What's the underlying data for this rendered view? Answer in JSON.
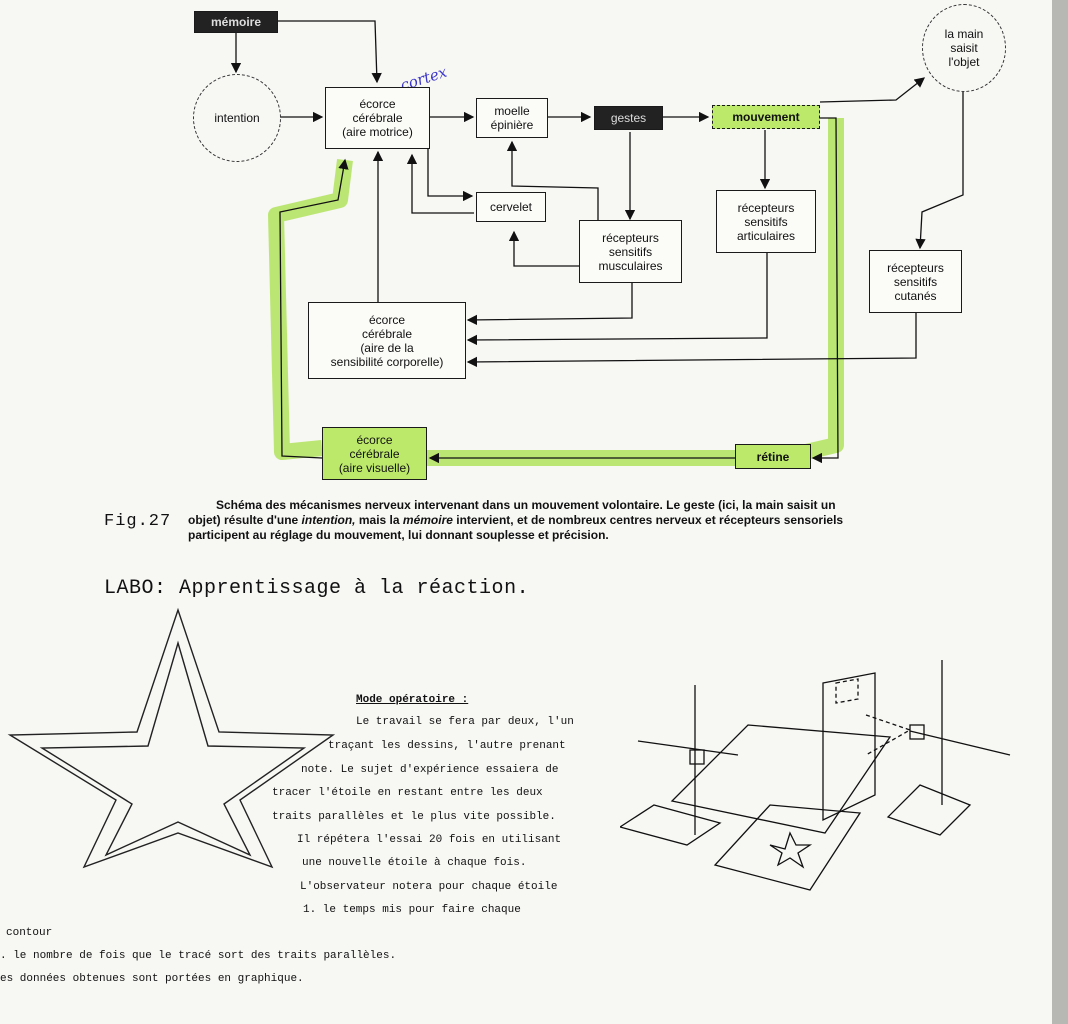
{
  "handwriting": {
    "cortex": "cortex"
  },
  "diagram": {
    "memoire": "mémoire",
    "intention": "intention",
    "ecorce_motrice": [
      "écorce",
      "cérébrale",
      "(aire motrice)"
    ],
    "moelle": [
      "moelle",
      "épinière"
    ],
    "gestes": "gestes",
    "mouvement": "mouvement",
    "la_main": [
      "la main",
      "saisit",
      "l'objet"
    ],
    "cervelet": "cervelet",
    "recepteurs_musculaires": [
      "récepteurs",
      "sensitifs",
      "musculaires"
    ],
    "recepteurs_articulaires": [
      "récepteurs",
      "sensitifs",
      "articulaires"
    ],
    "recepteurs_cutanes": [
      "récepteurs",
      "sensitifs",
      "cutanés"
    ],
    "ecorce_sensibilite": [
      "écorce",
      "cérébrale",
      "(aire de la",
      "sensibilité corporelle)"
    ],
    "ecorce_visuelle": [
      "écorce",
      "cérébrale",
      "(aire visuelle)"
    ],
    "retine": "rétine"
  },
  "figure": {
    "label": "Fig.27",
    "caption_line1": "Schéma des mécanismes nerveux intervenant dans un mouvement volontaire. Le geste (ici, la main saisit un",
    "caption_line2_a": "objet) résulte d'une ",
    "caption_line2_b": "intention,",
    "caption_line2_c": " mais la ",
    "caption_line2_d": "mémoire",
    "caption_line2_e": " intervient, et de nombreux centres nerveux et récepteurs sensoriels",
    "caption_line3": "participent au réglage du mouvement, lui donnant souplesse et précision."
  },
  "labo": {
    "title": "LABO: Apprentissage à la réaction.",
    "mode_title": "Mode opératoire :",
    "lines": [
      "Le travail se fera par deux, l'un",
      "traçant les dessins, l'autre prenant",
      "note.  Le sujet d'expérience essaiera de",
      "tracer l'étoile en restant entre les deux",
      "traits parallèles et le plus vite possible.",
      "Il répétera l'essai 20 fois en utilisant",
      "une nouvelle étoile à chaque fois.",
      "L'observateur notera pour chaque étoile",
      "1.  le temps mis pour faire chaque",
      "contour",
      ".  le nombre de fois que le tracé sort des traits parallèles.",
      "es données obtenues sont portées en graphique."
    ]
  }
}
